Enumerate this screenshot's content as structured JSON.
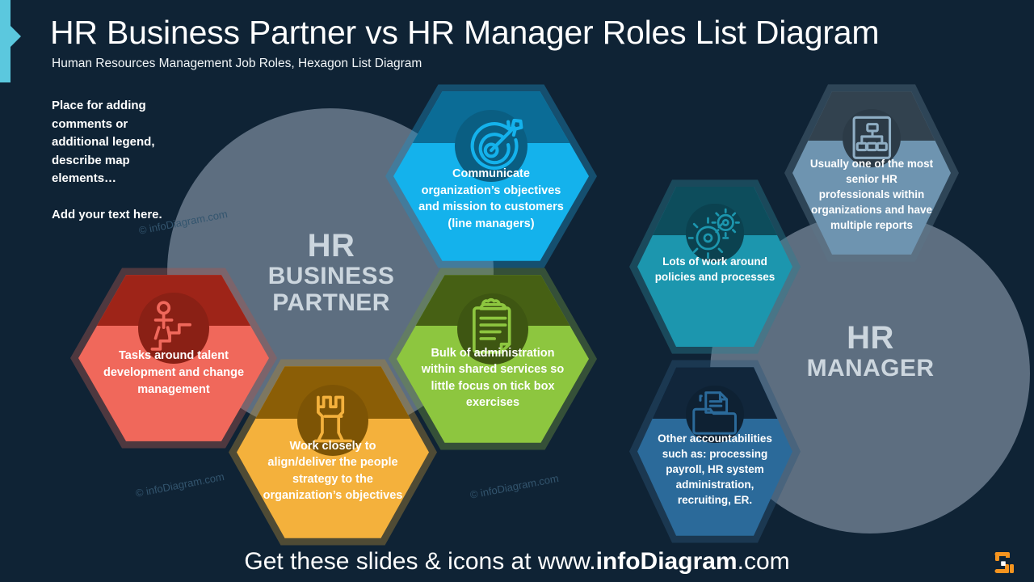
{
  "slide": {
    "title": "HR Business Partner vs HR Manager Roles List Diagram",
    "subtitle": "Human Resources Management Job Roles, Hexagon List Diagram",
    "background_color": "#0f2335",
    "accent_color": "#5BC8DE"
  },
  "sidenote": {
    "paragraph1": "Place for adding comments or additional legend, describe map elements…",
    "paragraph2": "Add your text here."
  },
  "circles": [
    {
      "id": "hr-business-partner",
      "line1": "HR",
      "line2": "BUSINESS",
      "line3": "PARTNER",
      "color": "#5d6e80"
    },
    {
      "id": "hr-manager",
      "line1": "HR",
      "line2": "MANAGER",
      "line3": "",
      "color": "#5d6e80"
    }
  ],
  "hexagons": [
    {
      "id": "communicate-objectives",
      "group": "HR Business Partner",
      "icon": "target-arrow-icon",
      "text": "Communicate organization’s objectives and mission to customers (line managers)",
      "body_color": "#14B2EC",
      "top_color": "#0B6C96",
      "icon_circle_color": "#0A5E82",
      "icon_stroke": "#14B2EC",
      "border_color": "#1E8DC0"
    },
    {
      "id": "talent-development",
      "group": "HR Business Partner",
      "icon": "person-stairs-icon",
      "text": "Tasks around talent development and change management",
      "body_color": "#F0685B",
      "top_color": "#9E2418",
      "icon_circle_color": "#8A2015",
      "icon_stroke": "#F0685B",
      "border_color": "#A8564E"
    },
    {
      "id": "align-people-strategy",
      "group": "HR Business Partner",
      "icon": "chess-rook-icon",
      "text": "Work closely to align/deliver the people strategy to the organization’s objectives",
      "body_color": "#F4B13C",
      "top_color": "#8B5E06",
      "icon_circle_color": "#7D5405",
      "icon_stroke": "#F4B13C",
      "border_color": "#A98438"
    },
    {
      "id": "bulk-administration",
      "group": "HR Business Partner",
      "icon": "clipboard-checklist-icon",
      "text": "Bulk of administration within shared services so little focus on tick box exercises",
      "body_color": "#8DC63F",
      "top_color": "#466014",
      "icon_circle_color": "#3E5612",
      "icon_stroke": "#8DC63F",
      "border_color": "#6C8E3D"
    },
    {
      "id": "senior-hr-professional",
      "group": "HR Manager",
      "icon": "org-chart-icon",
      "text": "Usually one of the most senior HR professionals within organizations and have multiple reports",
      "body_color": "#6E94B0",
      "top_color": "#32424F",
      "icon_circle_color": "#2C3B47",
      "icon_stroke": "#8FAEC4",
      "border_color": "#5B7588"
    },
    {
      "id": "policies-processes",
      "group": "HR Manager",
      "icon": "gears-icon",
      "text": "Lots of work around policies and processes",
      "body_color": "#1C96AE",
      "top_color": "#0D4D5C",
      "icon_circle_color": "#0B4250",
      "icon_stroke": "#1C96AE",
      "border_color": "#2A7E92"
    },
    {
      "id": "other-accountabilities",
      "group": "HR Manager",
      "icon": "file-folder-icon",
      "text": "Other accountabilities such as: processing payroll, HR system administration, recruiting, ER.",
      "body_color": "#2B6A9A",
      "top_color": "#11263B",
      "icon_circle_color": "#0E2133",
      "icon_stroke": "#2B6A9A",
      "border_color": "#2E567A"
    }
  ],
  "watermarks": [
    "© infoDiagram.com",
    "© infoDiagram.com",
    "© infoDiagram.com"
  ],
  "footer": {
    "prefix": "Get these slides & icons at www.",
    "brand": "infoDiagram",
    "suffix": ".com"
  },
  "logo": {
    "name": "infodiagram-logo",
    "color": "#F5941F",
    "dot_color": "#ffffff"
  }
}
